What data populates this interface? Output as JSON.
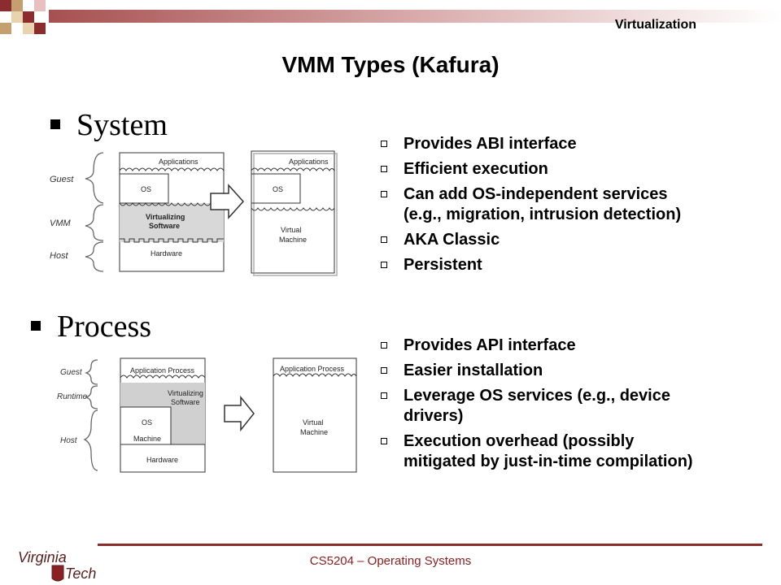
{
  "header": {
    "label": "Virtualization"
  },
  "title": "VMM Types (Kafura)",
  "system": {
    "heading": "System",
    "bullets": [
      "Provides ABI interface",
      "Efficient execution",
      "Can add OS-independent services (e.g., migration, intrusion detection)",
      "AKA Classic",
      "Persistent"
    ],
    "diagram": {
      "left_labels": [
        "Guest",
        "VMM",
        "Host"
      ],
      "box_labels": [
        "Applications",
        "OS",
        "Virtualizing",
        "Software",
        "Hardware"
      ],
      "result_labels": [
        "Applications",
        "OS",
        "Virtual",
        "Machine"
      ]
    }
  },
  "process": {
    "heading": "Process",
    "bullets": [
      "Provides API interface",
      "Easier installation",
      "Leverage OS services (e.g., device drivers)",
      "Execution overhead (possibly mitigated by just-in-time compilation)"
    ],
    "diagram": {
      "left_labels": [
        "Guest",
        "Runtime",
        "Host"
      ],
      "box_labels": [
        "Application Process",
        "Virtualizing",
        "Software",
        "OS",
        "Machine",
        "Hardware"
      ],
      "result_labels": [
        "Application Process",
        "Virtual",
        "Machine"
      ]
    }
  },
  "footer": {
    "text": "CS5204 – Operating Systems",
    "logo_text": [
      "Virginia",
      "Tech"
    ]
  },
  "colors": {
    "brand": "#8a2020",
    "band": "#b86a6a",
    "accent": "#c79a5a"
  }
}
